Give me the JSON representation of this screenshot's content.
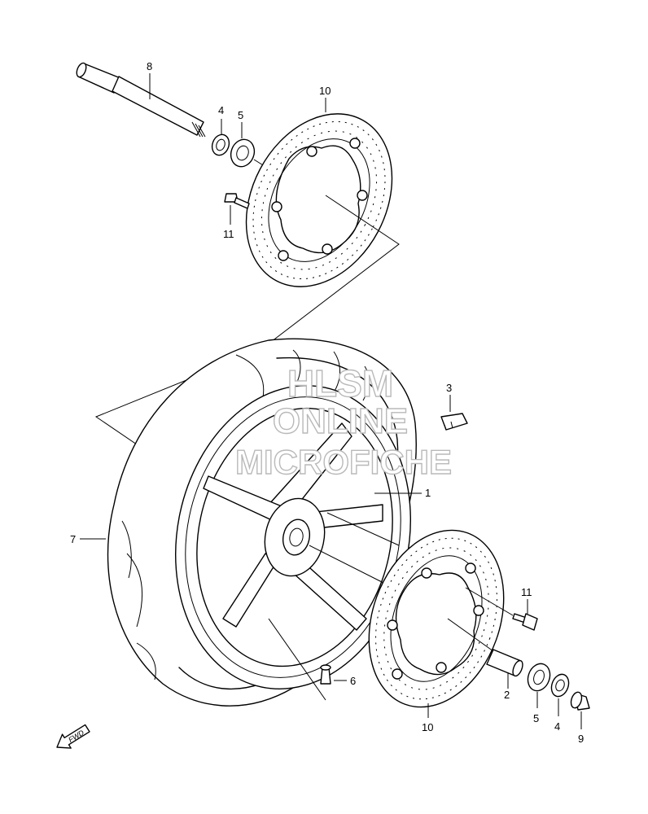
{
  "labels": {
    "axle": "8",
    "seal_upper": "4",
    "bearing_upper": "5",
    "disc_upper": "10",
    "bolt_upper": "11",
    "balance_weight": "3",
    "wheel": "1",
    "tire": "7",
    "bolt_lower": "11",
    "spacer": "2",
    "valve": "6",
    "disc_lower": "10",
    "bearing_lower": "5",
    "seal_lower": "4",
    "axle_collar": "9"
  },
  "watermark": {
    "line1": "HLSM",
    "line2": "ONLINE",
    "line3": "MICROFICHE"
  },
  "fwd_arrow": "FWD"
}
